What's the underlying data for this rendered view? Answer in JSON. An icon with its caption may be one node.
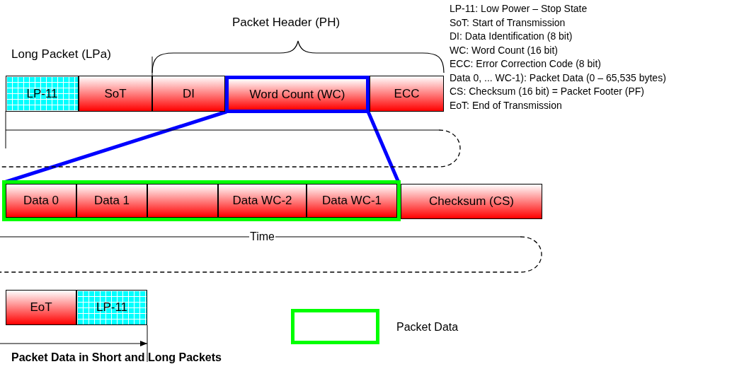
{
  "diagram": {
    "caption": "Packet Data in Short and Long Packets",
    "nodes": [
      {
        "text": [
          "LP-11"
        ]
      },
      {
        "text": [
          "SoT"
        ]
      },
      {
        "text": [
          "DI"
        ]
      },
      {
        "text": [
          "Word Count (WC)"
        ]
      },
      {
        "text": [
          "ECC"
        ]
      },
      {
        "text": [],
        "shape": "box"
      },
      {
        "text": [
          "Data 0"
        ],
        "in": 5
      },
      {
        "text": [
          "Data 1"
        ],
        "in": 5
      },
      {
        "text": [],
        "shape": "box",
        "in": 5
      },
      {
        "text": [
          "Data WC-2"
        ],
        "in": 5
      },
      {
        "text": [
          "Data WC-1"
        ],
        "in": 5
      },
      {
        "text": [
          "Checksum (CS)"
        ]
      },
      {
        "text": [
          "EoT"
        ]
      },
      {
        "text": [
          "LP-11"
        ]
      }
    ],
    "edges": [
      {
        "from": 3,
        "to": 5,
        "arrow": "none",
        "color": "#0000ff"
      },
      {
        "from": 3,
        "to": 5,
        "arrow": "none",
        "color": "#0000ff"
      }
    ],
    "labels": [
      "Packet Header (PH)",
      "Long Packet (LPa)",
      "LP-11: Low Power – Stop State",
      "SoT: Start of Transmission",
      "DI: Data Identification (8 bit)",
      "WC: Word Count (16 bit)",
      "ECC: Error Correction Code (8 bit)",
      "Data 0, ... WC-1): Packet Data (0 – 65,535 bytes)",
      "CS: Checksum (16 bit) = Packet Footer (PF)",
      "EoT: End of Transmission",
      "Time"
    ],
    "legend": [
      {
        "text": "Packet Data"
      }
    ]
  }
}
